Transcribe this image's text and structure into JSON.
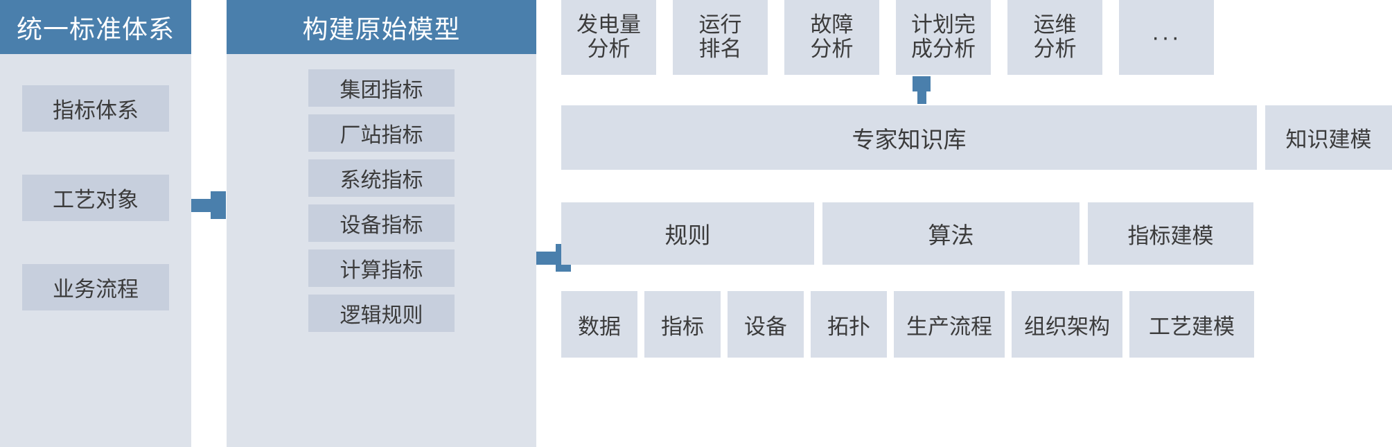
{
  "columns": [
    {
      "title": "统一标准体系",
      "items": [
        "指标体系",
        "工艺对象",
        "业务流程"
      ]
    },
    {
      "title": "构建原始模型",
      "items": [
        "集团指标",
        "厂站指标",
        "系统指标",
        "设备指标",
        "计算指标",
        "逻辑规则"
      ]
    }
  ],
  "analysis_cards": [
    "发电量\n分析",
    "运行\n排名",
    "故障\n分析",
    "计划完\n成分析",
    "运维\n分析",
    "···"
  ],
  "knowledge_row": {
    "main": "专家知识库",
    "side": "知识建模"
  },
  "rules_row": {
    "rule": "规则",
    "algorithm": "算法",
    "side": "指标建模"
  },
  "base_row": {
    "chips": [
      "数据",
      "指标",
      "设备",
      "拓扑",
      "生产流程",
      "组织架构"
    ],
    "side": "工艺建模"
  },
  "colors": {
    "header_blue": "#4a7fac",
    "panel_bg": "#dde2ea",
    "panel_item": "#c7cfdd",
    "card_bg": "#d8dee8",
    "text": "#3b3b3b",
    "header_text": "#ffffff"
  }
}
